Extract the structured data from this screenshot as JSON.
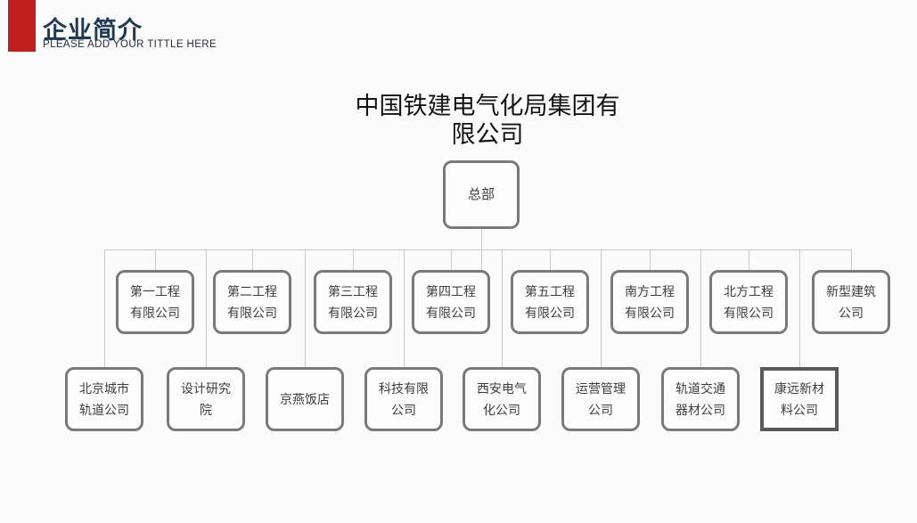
{
  "header": {
    "title": "企业简介",
    "subtitle": "PLEASE ADD YOUR TITTLE HERE",
    "accent_color": "#c01e1e"
  },
  "slide": {
    "title": "中国铁建电气化局集团有\n限公司"
  },
  "org_chart": {
    "root": {
      "label": "总部"
    },
    "level2": [
      {
        "label": "第一工程\n有限公司"
      },
      {
        "label": "第二工程\n有限公司"
      },
      {
        "label": "第三工程\n有限公司"
      },
      {
        "label": "第四工程\n有限公司"
      },
      {
        "label": "第五工程\n有限公司"
      },
      {
        "label": "南方工程\n有限公司"
      },
      {
        "label": "北方工程\n有限公司"
      },
      {
        "label": "新型建筑\n公司"
      }
    ],
    "level3": [
      {
        "label": "北京城市\n轨道公司"
      },
      {
        "label": "设计研究\n院"
      },
      {
        "label": "京燕饭店"
      },
      {
        "label": "科技有限\n公司"
      },
      {
        "label": "西安电气\n化公司"
      },
      {
        "label": "运营管理\n公司"
      },
      {
        "label": "轨道交通\n器材公司"
      },
      {
        "label": "康远新材\n料公司"
      }
    ],
    "colors": {
      "box_border": "#7a7a7a",
      "highlight_border": "#5a5a5a",
      "connector": "#c9c9c9"
    }
  }
}
